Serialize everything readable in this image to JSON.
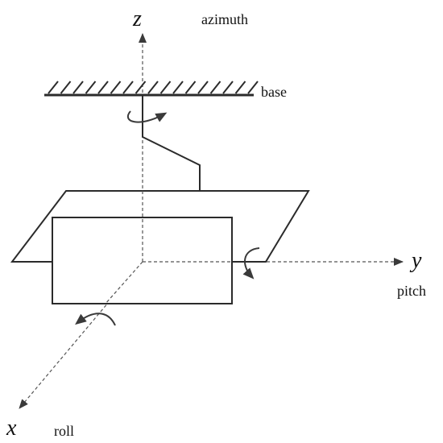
{
  "axes": {
    "z": "z",
    "y": "y",
    "x": "x"
  },
  "labels": {
    "azimuth": "azimuth",
    "base": "base",
    "pitch": "pitch",
    "roll": "roll"
  },
  "colors": {
    "stroke": "#2b2b2b",
    "axis": "#444444",
    "arrow": "#3a3a3a"
  }
}
